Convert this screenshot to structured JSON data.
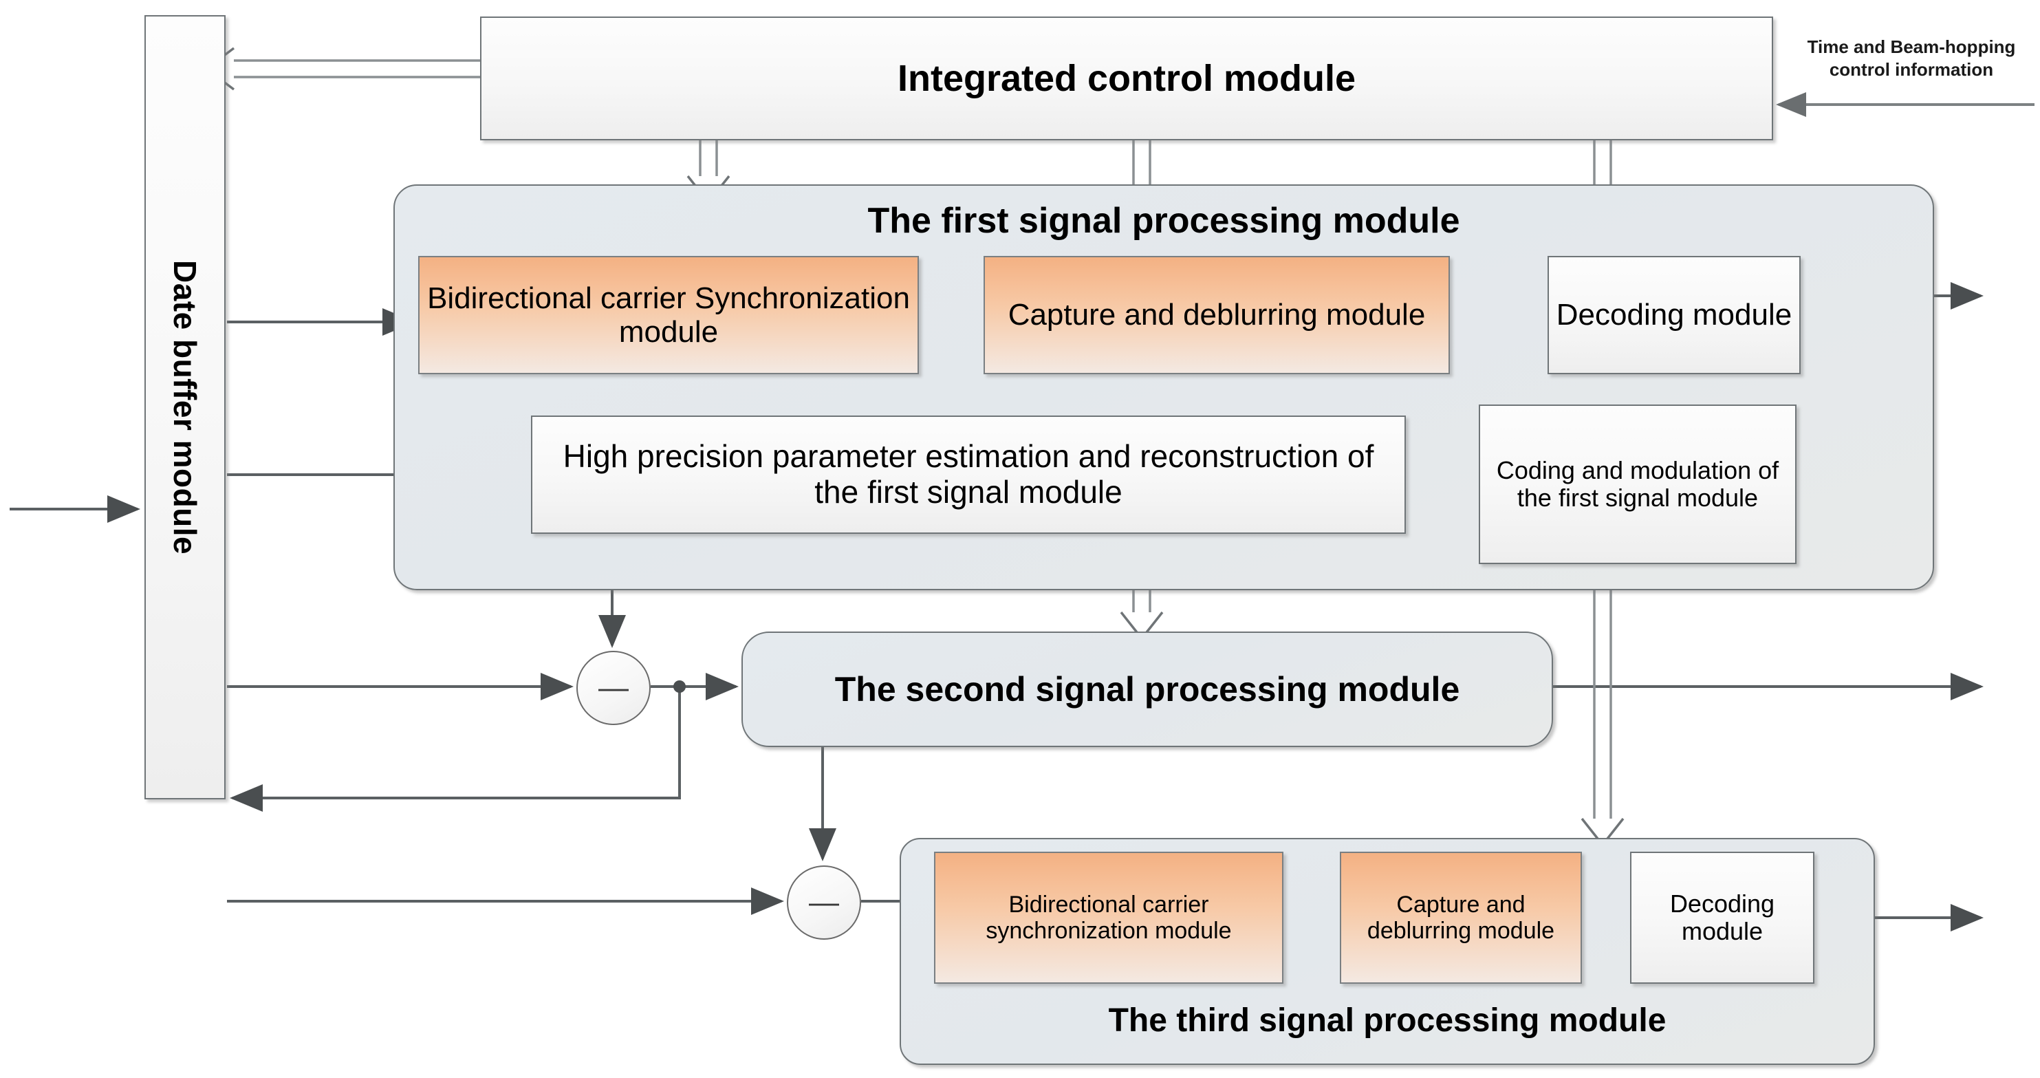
{
  "diagram": {
    "title_note": "Time and Beam-hopping control information",
    "data_buffer": {
      "label": "Date buffer module"
    },
    "integrated_control": {
      "label": "Integrated control module"
    },
    "first_module": {
      "title": "The first signal  processing module",
      "blocks": [
        {
          "label": "Bidirectional carrier Synchronization module",
          "color": "#f4b183",
          "style": "orange"
        },
        {
          "label": "Capture and deblurring module",
          "color": "#f4b183",
          "style": "orange"
        },
        {
          "label": "Decoding module",
          "color": "#f7f7f7",
          "style": "plain"
        },
        {
          "label": "High precision parameter estimation and reconstruction of the first signal module",
          "color": "#f7f7f7",
          "style": "plain"
        },
        {
          "label": "Coding and modulation of the first signal module",
          "color": "#f7f7f7",
          "style": "plain"
        }
      ]
    },
    "second_module": {
      "title": "The second signal  processing module"
    },
    "third_module": {
      "title": "The third signal  processing module",
      "blocks": [
        {
          "label": "Bidirectional carrier synchronization module",
          "color": "#f4b183",
          "style": "orange"
        },
        {
          "label": "Capture and deblurring module",
          "color": "#f4b183",
          "style": "orange"
        },
        {
          "label": "Decoding module",
          "color": "#f7f7f7",
          "style": "plain"
        }
      ]
    },
    "operators": [
      {
        "name": "subtractor-1",
        "symbol": "—"
      },
      {
        "name": "subtractor-2",
        "symbol": "—"
      }
    ],
    "colors": {
      "panel_fill": "#e3e8ec",
      "orange_fill": "#f4b183",
      "plain_fill": "#f7f7f7",
      "stroke": "#6f7578",
      "wire": "#555a5c"
    }
  }
}
